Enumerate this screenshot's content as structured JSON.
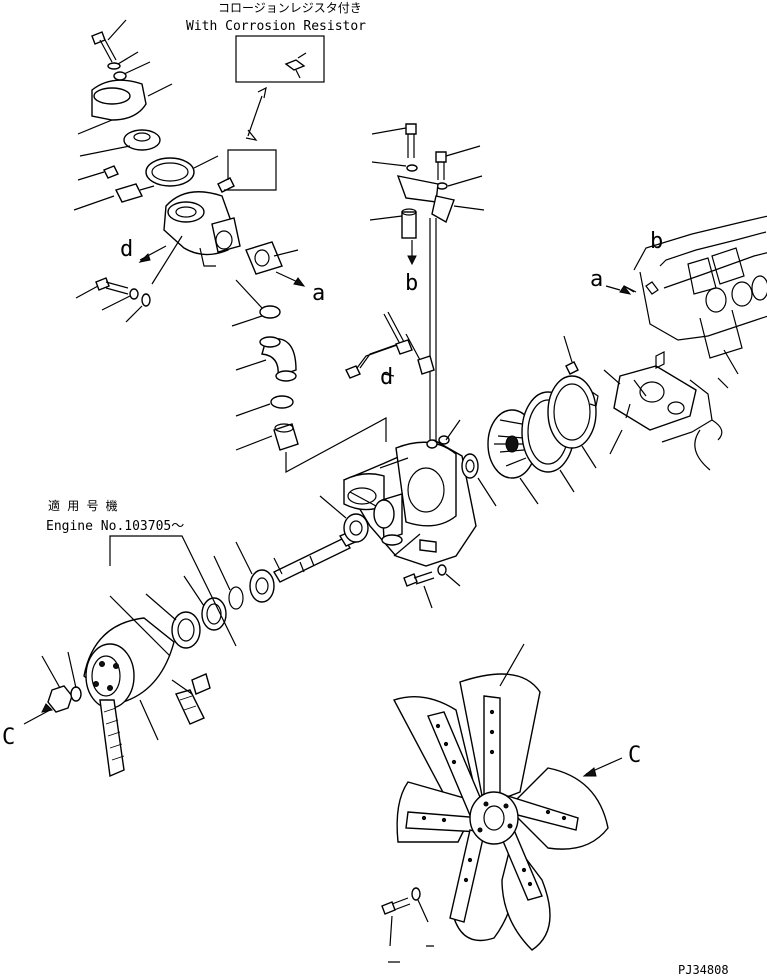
{
  "labels": {
    "corrosion_jp": "コロージョンレジスタ付き",
    "corrosion_en": "With Corrosion Resistor",
    "engine_jp": "適 用 号 機",
    "engine_no": "Engine No.103705～",
    "ref_a": "a",
    "ref_b": "b",
    "ref_c": "C",
    "ref_d": "d",
    "drawing_code": "PJ34808"
  }
}
